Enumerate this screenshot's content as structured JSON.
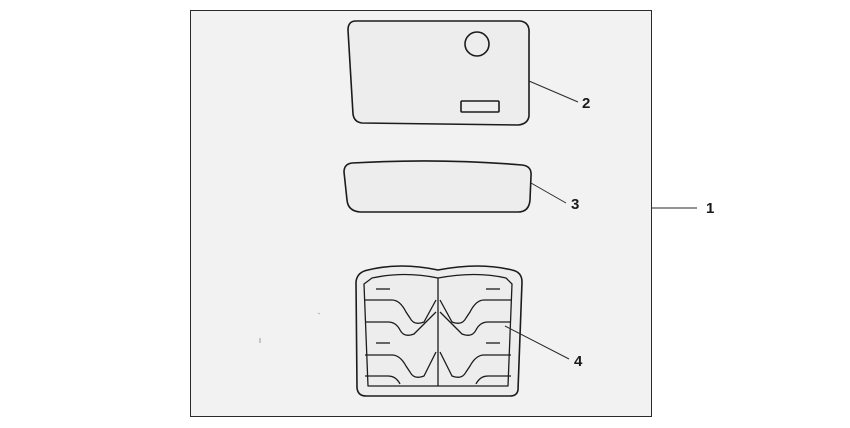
{
  "diagram": {
    "callouts": {
      "kit": "1",
      "panel_with_hole": "2",
      "strip_pad": "3",
      "tank_pad": "4"
    },
    "colors": {
      "background": "#ffffff",
      "frame_fill": "#f2f2f2",
      "line": "#1c1c1c"
    }
  }
}
